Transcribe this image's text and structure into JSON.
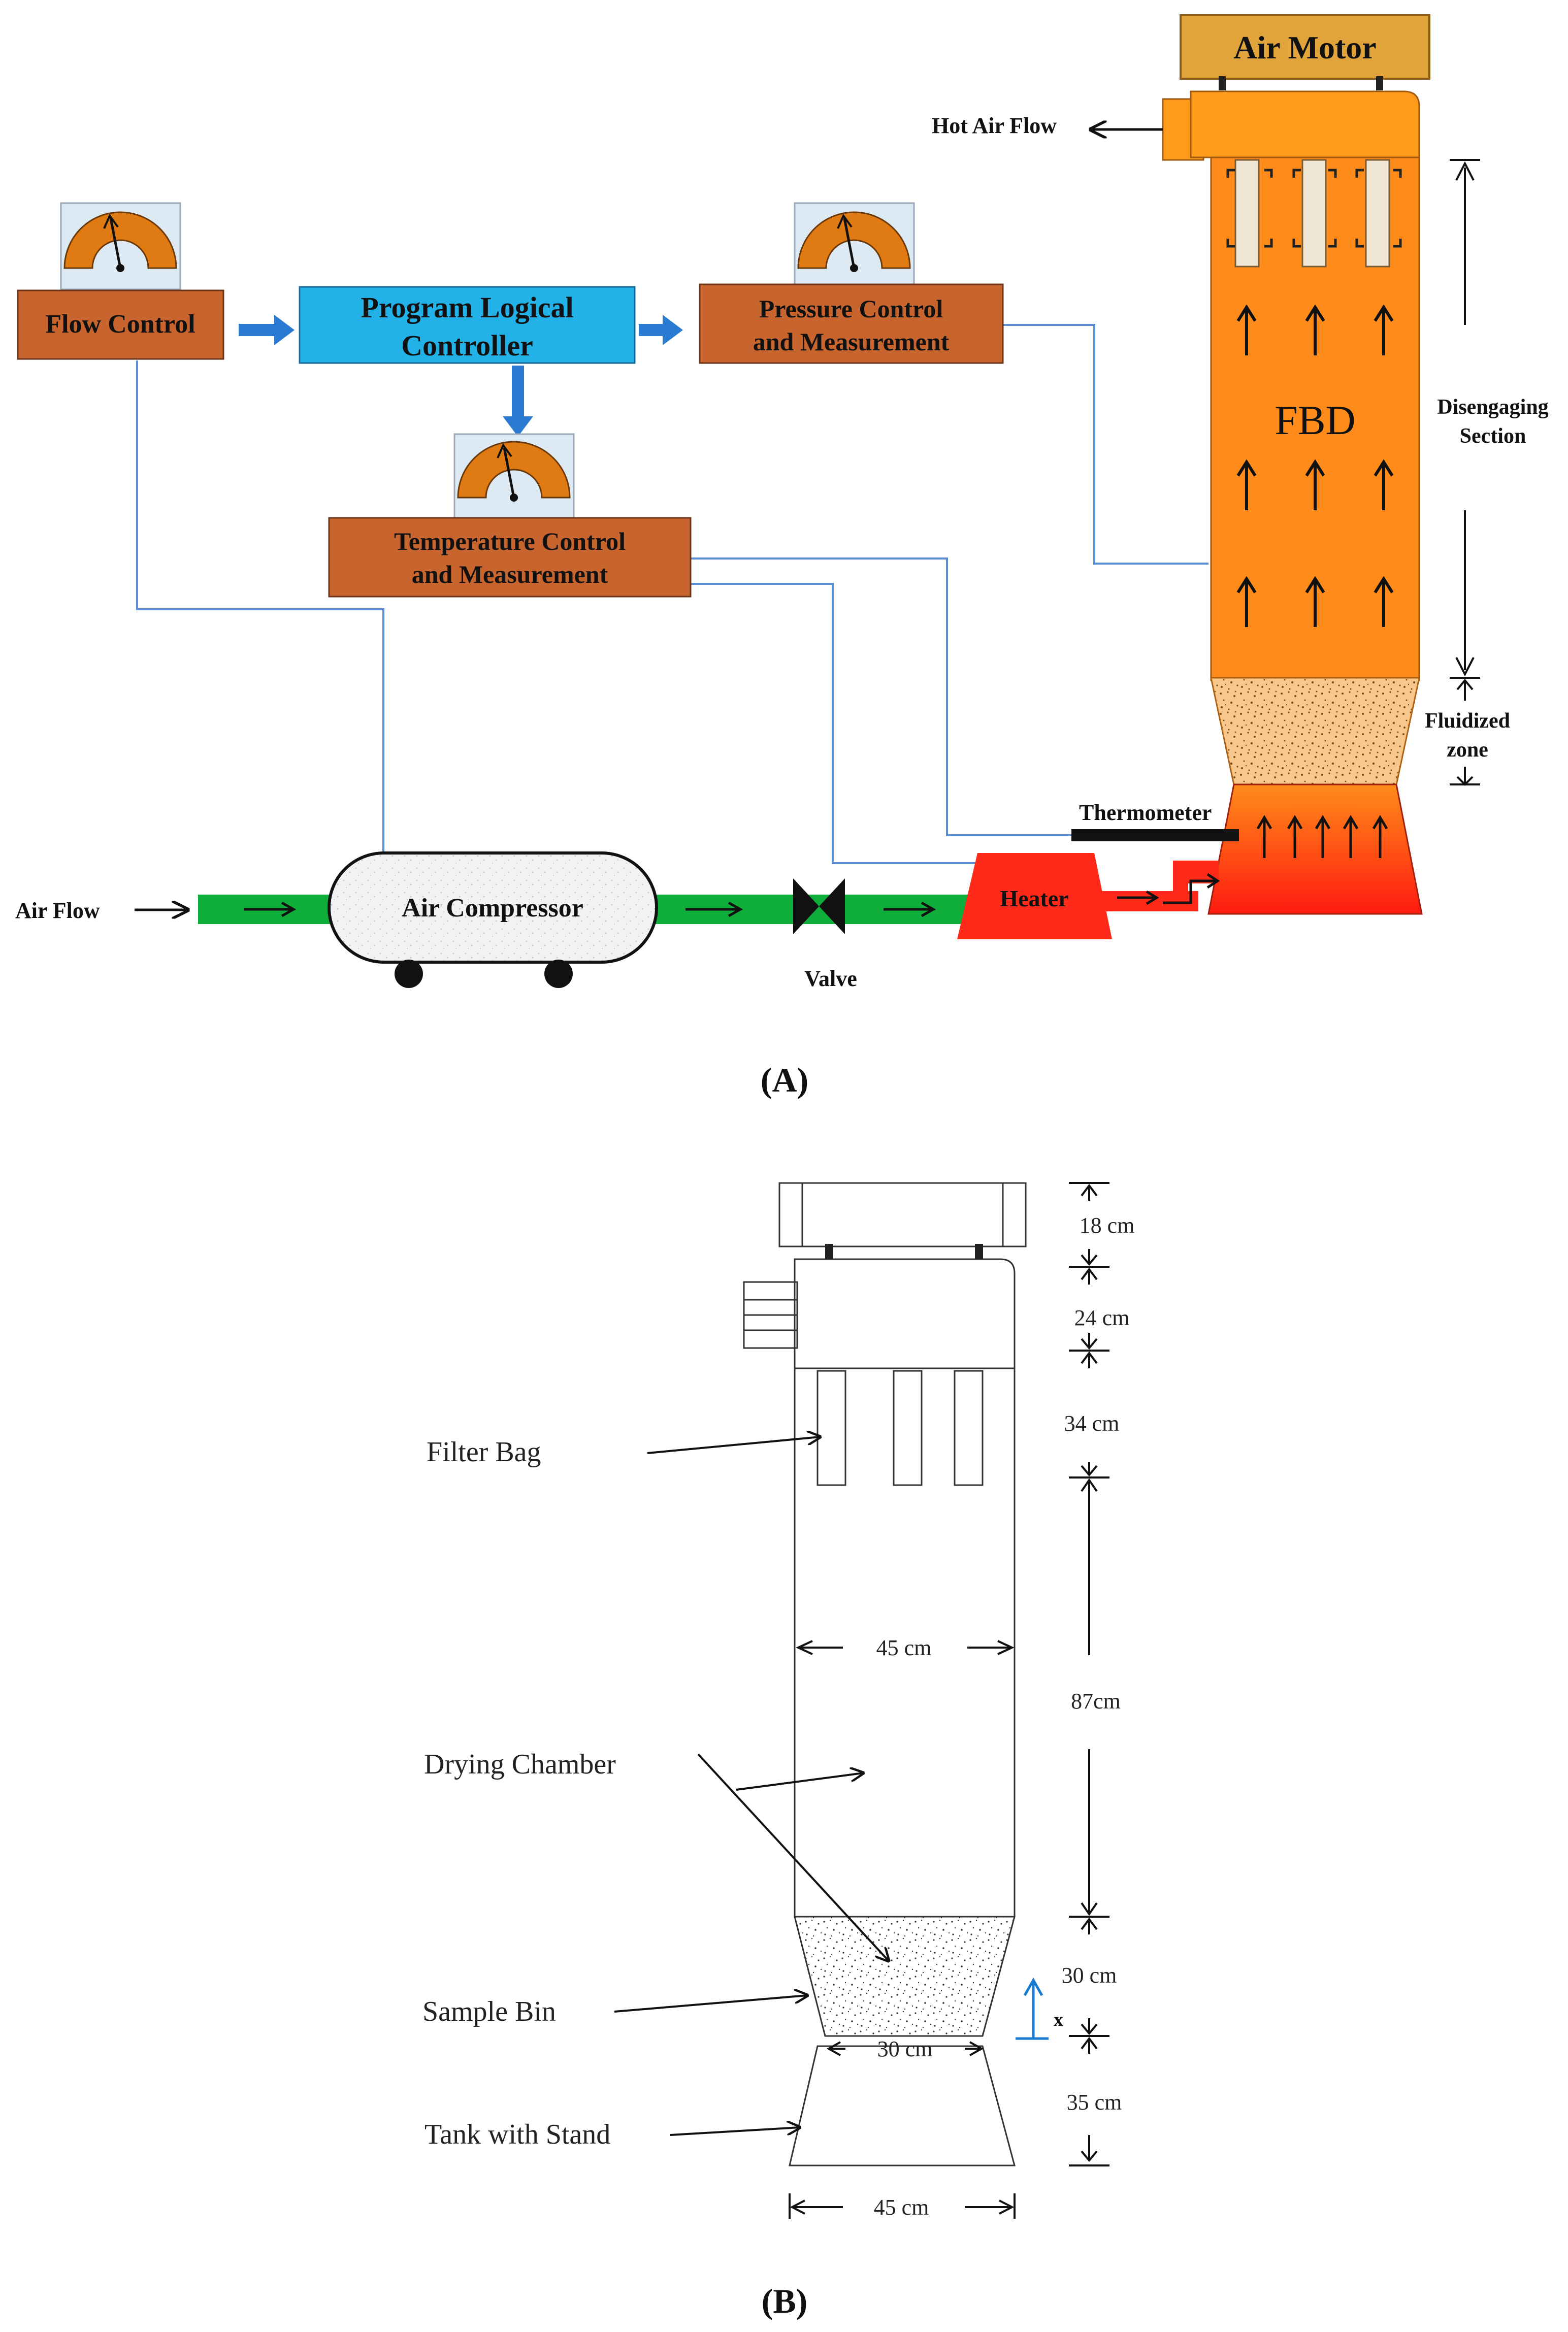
{
  "panel_a": {
    "caption": "(A)",
    "air_motor_label": "Air Motor",
    "hot_air_flow_label": "Hot Air Flow",
    "flow_control_label": "Flow Control",
    "plc_label_line1": "Program Logical",
    "plc_label_line2": "Controller",
    "pressure_label_line1": "Pressure Control",
    "pressure_label_line2": "and Measurement",
    "temperature_label_line1": "Temperature Control",
    "temperature_label_line2": "and Measurement",
    "fbd_label": "FBD",
    "disengaging_label_line1": "Disengaging",
    "disengaging_label_line2": "Section",
    "fluidized_label_line1": "Fluidized",
    "fluidized_label_line2": "zone",
    "thermometer_label": "Thermometer",
    "air_flow_label": "Air Flow",
    "air_compressor_label": "Air Compressor",
    "heater_label": "Heater",
    "valve_label": "Valve",
    "colors": {
      "orange_box": "#c8642e",
      "plc_blue": "#22b2e8",
      "dryer_orange": "#ff8c1a",
      "motor_gold": "#e0a43a",
      "pipe_green": "#0fae3a",
      "heater_red": "#ff2a1a",
      "wire_blue": "#5b8fd1"
    }
  },
  "panel_b": {
    "caption": "(B)",
    "filter_bag_label": "Filter Bag",
    "drying_chamber_label": "Drying Chamber",
    "sample_bin_label": "Sample Bin",
    "tank_label": "Tank with Stand",
    "dim_18": "18 cm",
    "dim_24": "24 cm",
    "dim_34": "34 cm",
    "dim_87": "87cm",
    "dim_30_right": "30 cm",
    "dim_35": "35 cm",
    "dim_width_chamber": "45 cm",
    "dim_width_bin": "30 cm",
    "dim_width_base": "45 cm",
    "x_axis_label": "x"
  }
}
